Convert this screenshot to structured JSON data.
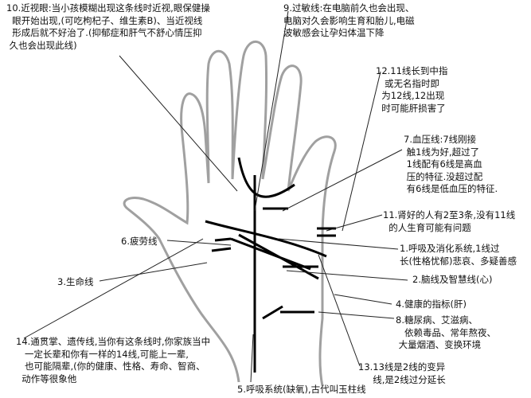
{
  "colors": {
    "text": "#111111",
    "hand_outline": "#9a9a9a",
    "lines": "#000000"
  },
  "labels": {
    "l10": "10.近视眼:当小孩模糊出现这条线时近视,眼保健操\n  眼开始出现,(可吃枸杞子、维生素B)、当近视线\n  形成后就不好治了.(抑郁症和肝气不舒心情压抑\n 久也会出现此线)",
    "l9": "9.过敏线:在电脑前久也会出现、\n电脑对久会影响生育和胎儿,电磁\n波敏感会让孕妇体温下降",
    "l12": "12.11线长到中指\n   或无名指时即\n  为12线,12出现\n  时可能肝损害了",
    "l7": "7.血压线:7线刚接\n 触1线为好,超过了\n 1线配有6线是高血\n 压的特征.没超过配\n 有6线是低血压的特征.",
    "l11": "11.肾好的人有2至3条,没有11线\n  的人生育可能有问题",
    "l6": "6.疲劳线",
    "l1": "1.呼吸及消化系统,1线过\n长(性格忧郁)悲哀、多疑善感",
    "l3": "3.生命线",
    "l2": "2.脑线及智慧线(心)",
    "l4": "4.健康的指标(肝)",
    "l8": "8.糖尿病、艾滋病、\n   依赖毒品、常年熬夜、\n 大量烟酒、变换环境",
    "l14": "14.通贯掌、遗传线,当你有这条线时,你家族当中\n   一定长辈和你有一样的14线,可能上一辈,\n   也可能隔辈,(你的健康、性格、寿命、智商、\n  动作等很象他",
    "l13": "13.13线是2线的变异\n     线,是2线过分延长",
    "l5": "5.呼吸系统(缺氧),古代叫玉柱线"
  }
}
